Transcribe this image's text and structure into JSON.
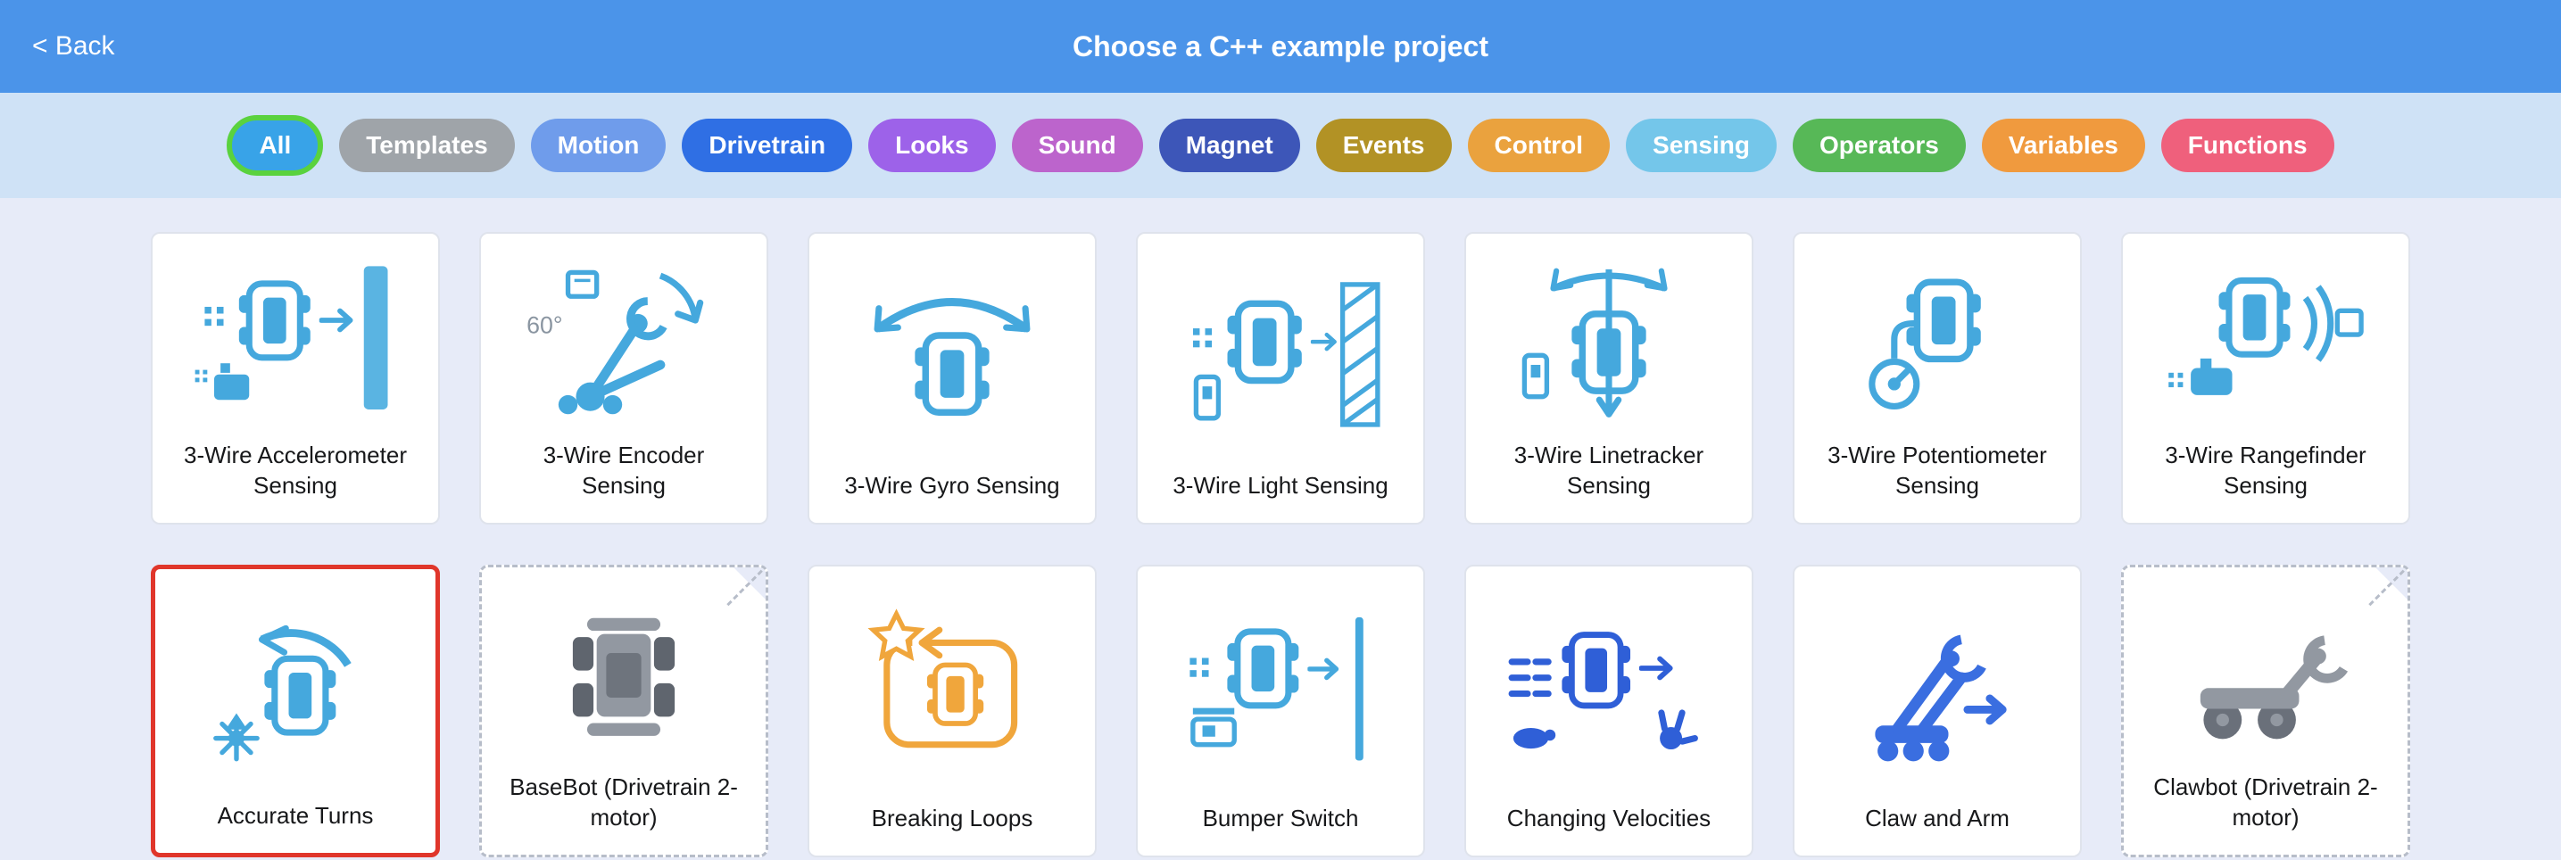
{
  "header": {
    "back_label": "< Back",
    "title": "Choose a C++ example project",
    "bar_color": "#4b94e9"
  },
  "filters": [
    {
      "label": "All",
      "color": "#38a3e8",
      "ring": "#5ad23e",
      "selected": true
    },
    {
      "label": "Templates",
      "color": "#9fa4a9"
    },
    {
      "label": "Motion",
      "color": "#6f9ceb"
    },
    {
      "label": "Drivetrain",
      "color": "#2f6fe4"
    },
    {
      "label": "Looks",
      "color": "#9d62e9"
    },
    {
      "label": "Sound",
      "color": "#bc64cc"
    },
    {
      "label": "Magnet",
      "color": "#3d56b8"
    },
    {
      "label": "Events",
      "color": "#b29225"
    },
    {
      "label": "Control",
      "color": "#eaa23e"
    },
    {
      "label": "Sensing",
      "color": "#74c6ea"
    },
    {
      "label": "Operators",
      "color": "#57b857"
    },
    {
      "label": "Variables",
      "color": "#f09a3e"
    },
    {
      "label": "Functions",
      "color": "#ef607c"
    }
  ],
  "cards_meta": {
    "selected_border": "#e0362b"
  },
  "cards": [
    {
      "label": "3-Wire Accelerometer Sensing"
    },
    {
      "label": "3-Wire Encoder Sensing",
      "icon_text": "60°"
    },
    {
      "label": "3-Wire Gyro Sensing"
    },
    {
      "label": "3-Wire Light Sensing"
    },
    {
      "label": "3-Wire Linetracker Sensing"
    },
    {
      "label": "3-Wire Potentiometer Sensing"
    },
    {
      "label": "3-Wire Rangefinder Sensing"
    },
    {
      "label": "Accurate Turns",
      "selected": true
    },
    {
      "label": "BaseBot (Drivetrain 2-motor)",
      "template": true
    },
    {
      "label": "Breaking Loops"
    },
    {
      "label": "Bumper Switch"
    },
    {
      "label": "Changing Velocities"
    },
    {
      "label": "Claw and Arm"
    },
    {
      "label": "Clawbot (Drivetrain 2-motor)",
      "template": true
    }
  ]
}
